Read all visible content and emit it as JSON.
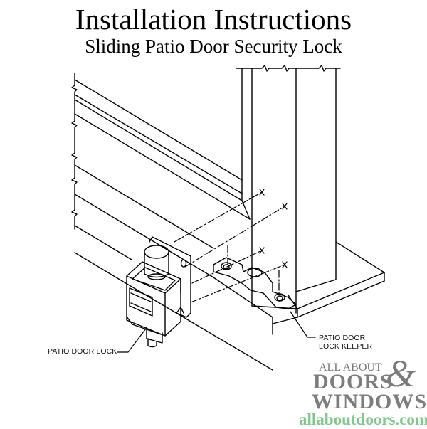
{
  "header": {
    "title": "Installation Instructions",
    "subtitle": "Sliding Patio Door Security Lock"
  },
  "diagram": {
    "callouts": {
      "lock": "PATIO DOOR LOCK",
      "keeper_line1": "PATIO DOOR",
      "keeper_line2": "LOCK KEEPER"
    },
    "line_color": "#000000"
  },
  "logo": {
    "line1": "ALL ABOUT",
    "ampersand": "&",
    "line2": "DOORS",
    "line3": "WINDOWS",
    "url": "allaboutdoors.com",
    "text_color": "#7d7d7d",
    "url_color": "#7fc98a"
  }
}
